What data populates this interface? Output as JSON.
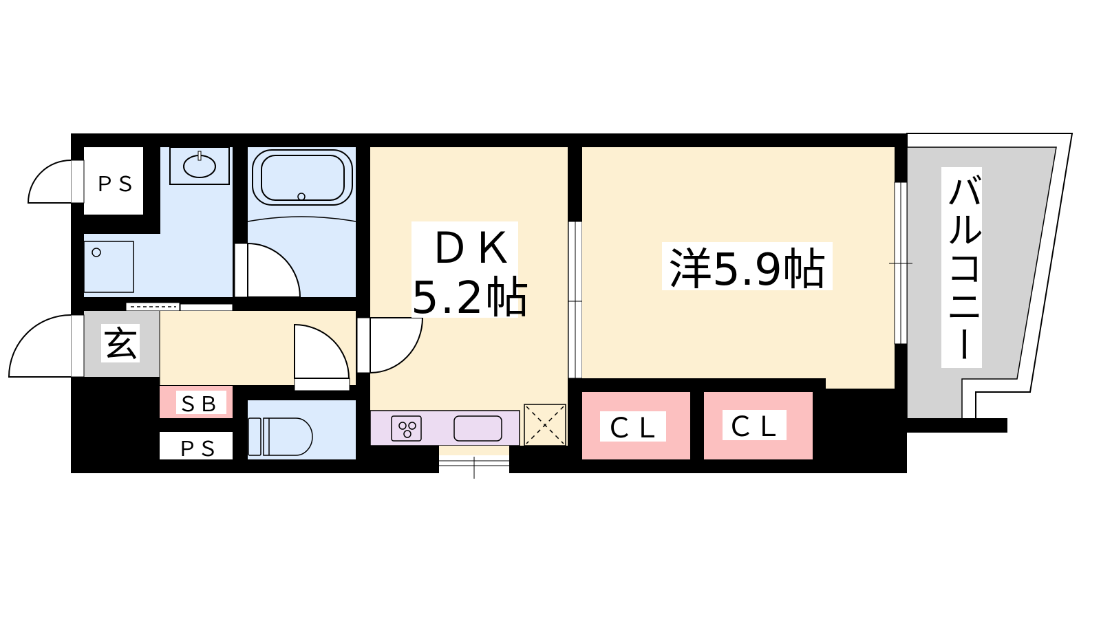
{
  "floorplan": {
    "rooms": {
      "dk_name": "ＤＫ",
      "dk_size": "5.2帖",
      "western": "洋5.9帖",
      "entrance": "玄",
      "balcony": "バルコニー",
      "ps_top": "ＰＳ",
      "ps_bottom": "ＰＳ",
      "shoe_box": "ＳＢ",
      "closet_1": "ＣＬ",
      "closet_2": "ＣＬ"
    },
    "colors": {
      "wet_area": "#dcebfd",
      "living": "#fdf0d2",
      "storage": "#fcc0c0",
      "entrance": "#d3d3d3",
      "kitchen": "#ecdcf2",
      "wall": "#000000"
    }
  }
}
